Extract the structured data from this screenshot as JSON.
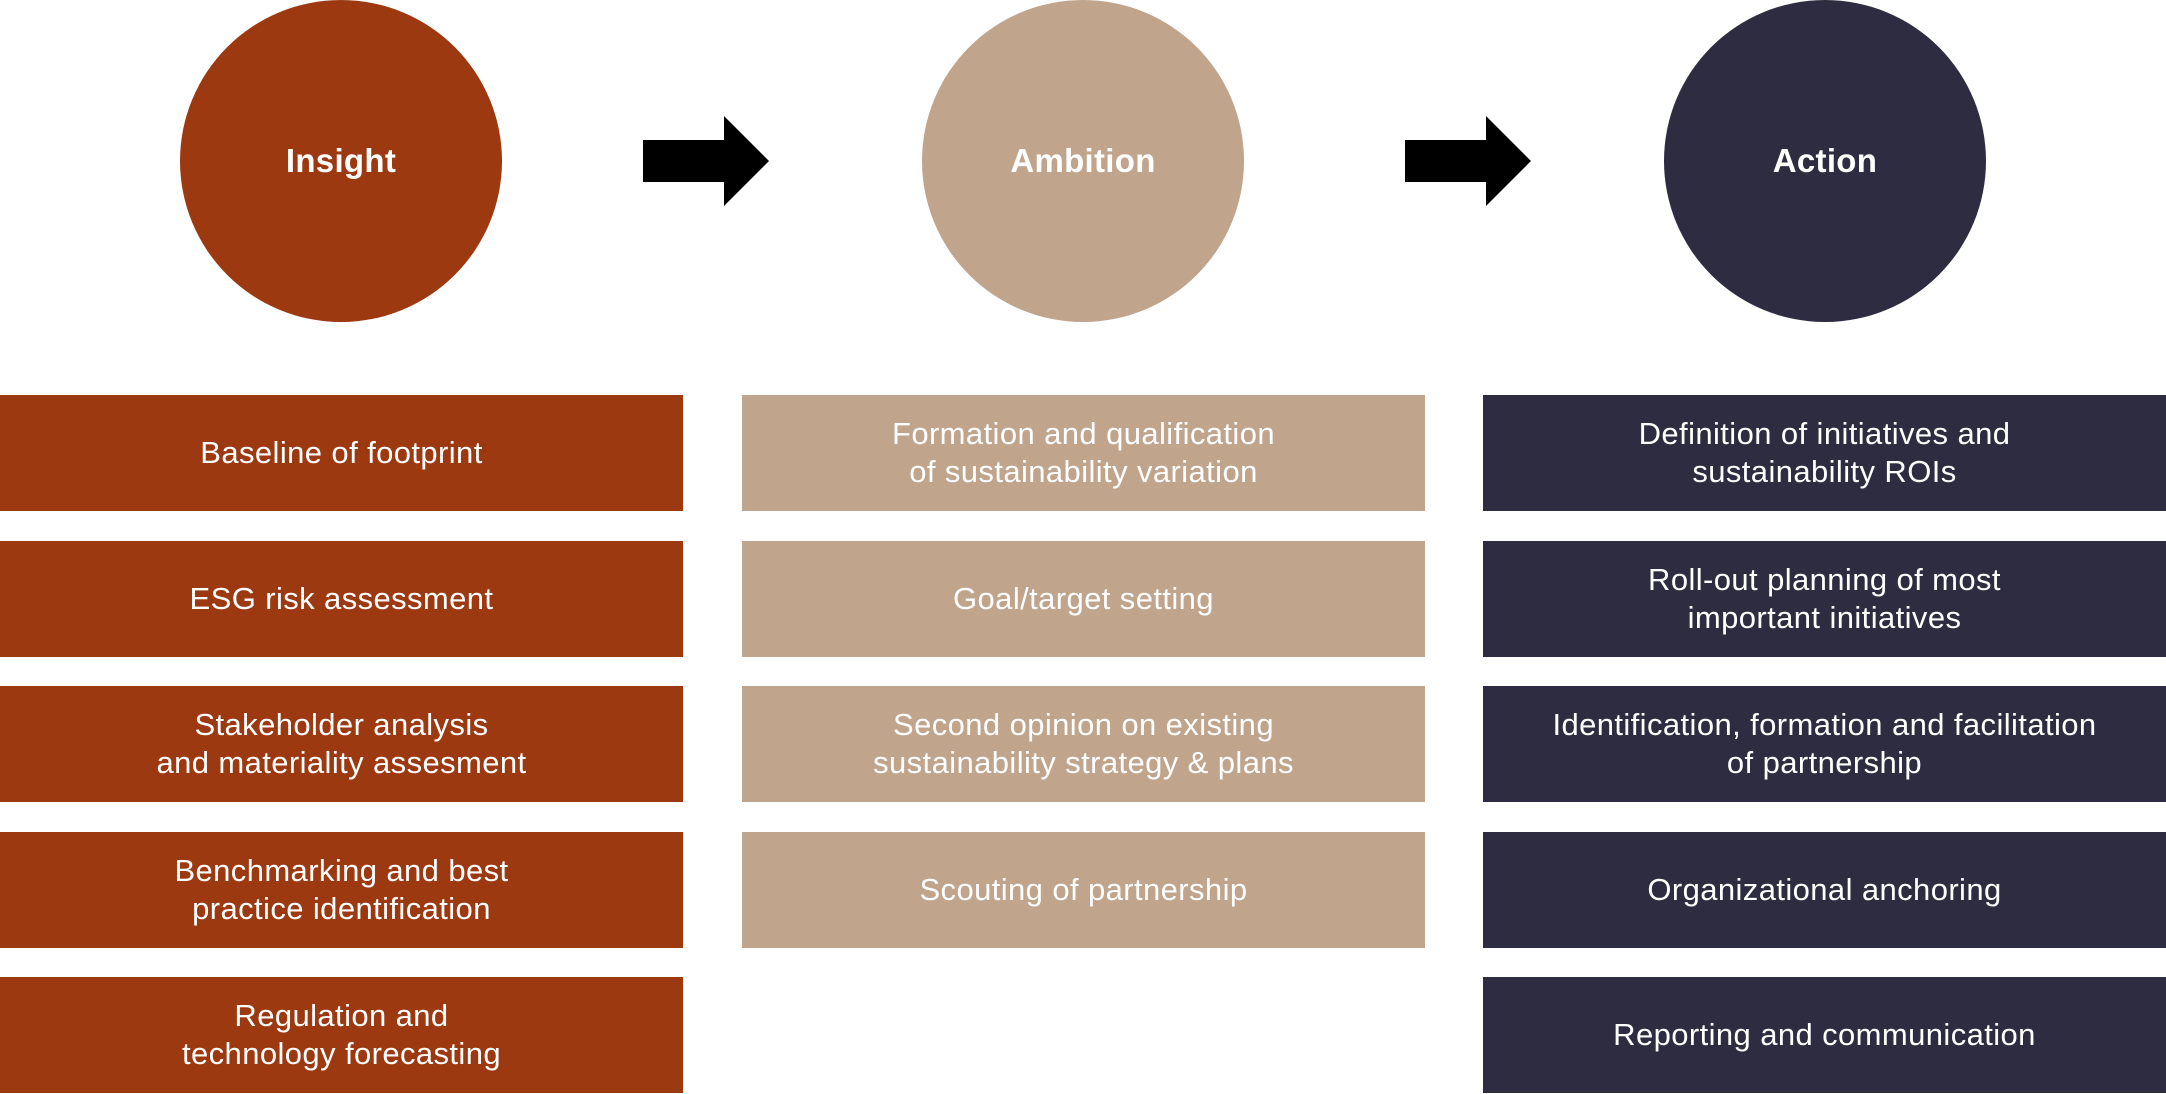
{
  "colors": {
    "insight": "#9c3911",
    "ambition": "#c0a48c",
    "action": "#2e2c40",
    "arrow": "#000000",
    "text": "#ffffff"
  },
  "stages": [
    {
      "key": "insight",
      "title": "Insight",
      "items": [
        "Baseline of footprint",
        "ESG risk assessment",
        "Stakeholder analysis\nand materiality assesment",
        "Benchmarking and best\npractice identification",
        "Regulation and\ntechnology forecasting"
      ]
    },
    {
      "key": "ambition",
      "title": "Ambition",
      "items": [
        "Formation and qualification\nof sustainability variation",
        "Goal/target setting",
        "Second opinion on existing\nsustainability strategy & plans",
        "Scouting of partnership"
      ]
    },
    {
      "key": "action",
      "title": "Action",
      "items": [
        "Definition of initiatives and\nsustainability ROIs",
        "Roll-out planning of most\nimportant initiatives",
        "Identification, formation and facilitation\nof partnership",
        "Organizational anchoring",
        "Reporting and communication"
      ]
    }
  ]
}
